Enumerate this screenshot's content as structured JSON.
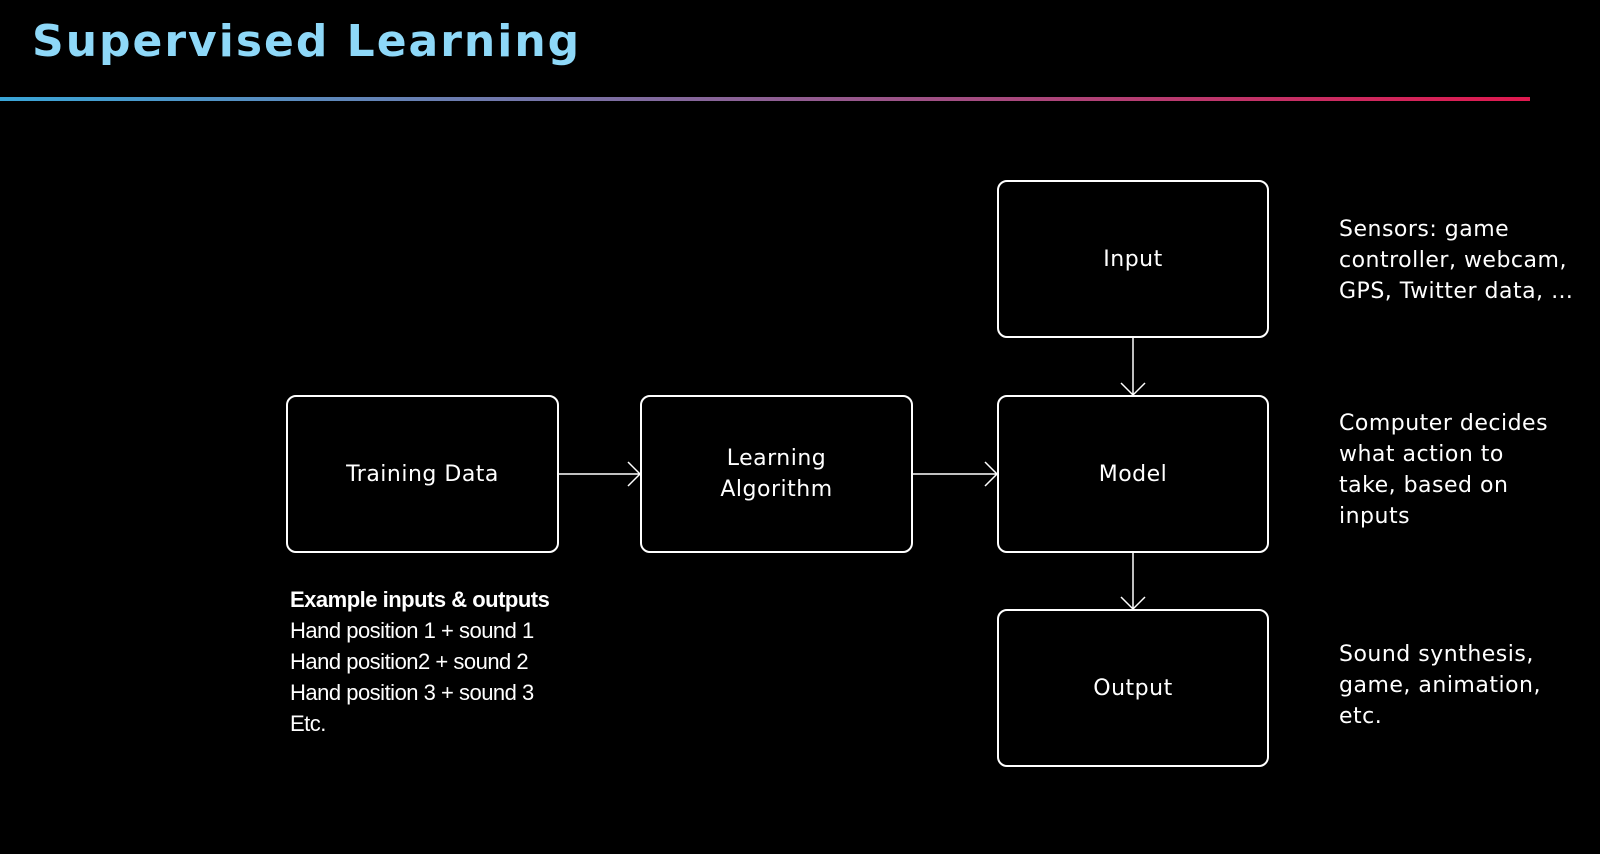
{
  "title": "Supervised Learning",
  "colors": {
    "background": "#000000",
    "title": "#8ed8f8",
    "rule_start": "#3aa6d8",
    "rule_end": "#e0194f",
    "box_border": "#ffffff",
    "text": "#ffffff"
  },
  "nodes": {
    "input": {
      "lines": [
        "Input"
      ]
    },
    "training_data": {
      "lines": [
        "Training Data"
      ]
    },
    "learning_algorithm": {
      "lines": [
        "Learning",
        "Algorithm"
      ]
    },
    "model": {
      "lines": [
        "Model"
      ]
    },
    "output": {
      "lines": [
        "Output"
      ]
    }
  },
  "annotations": {
    "input": [
      "Sensors: game",
      "controller, webcam,",
      "GPS, Twitter data, …"
    ],
    "model": [
      "Computer decides",
      "what action to",
      "take, based on",
      "inputs"
    ],
    "output": [
      "Sound synthesis,",
      "game, animation,",
      "etc."
    ]
  },
  "examples": {
    "heading": "Example inputs & outputs",
    "lines": [
      "Hand position 1 + sound 1",
      "Hand position2 + sound 2",
      "Hand position 3 + sound 3",
      "Etc."
    ]
  },
  "edges": [
    {
      "from": "training_data",
      "to": "learning_algorithm"
    },
    {
      "from": "learning_algorithm",
      "to": "model"
    },
    {
      "from": "input",
      "to": "model"
    },
    {
      "from": "model",
      "to": "output"
    }
  ]
}
